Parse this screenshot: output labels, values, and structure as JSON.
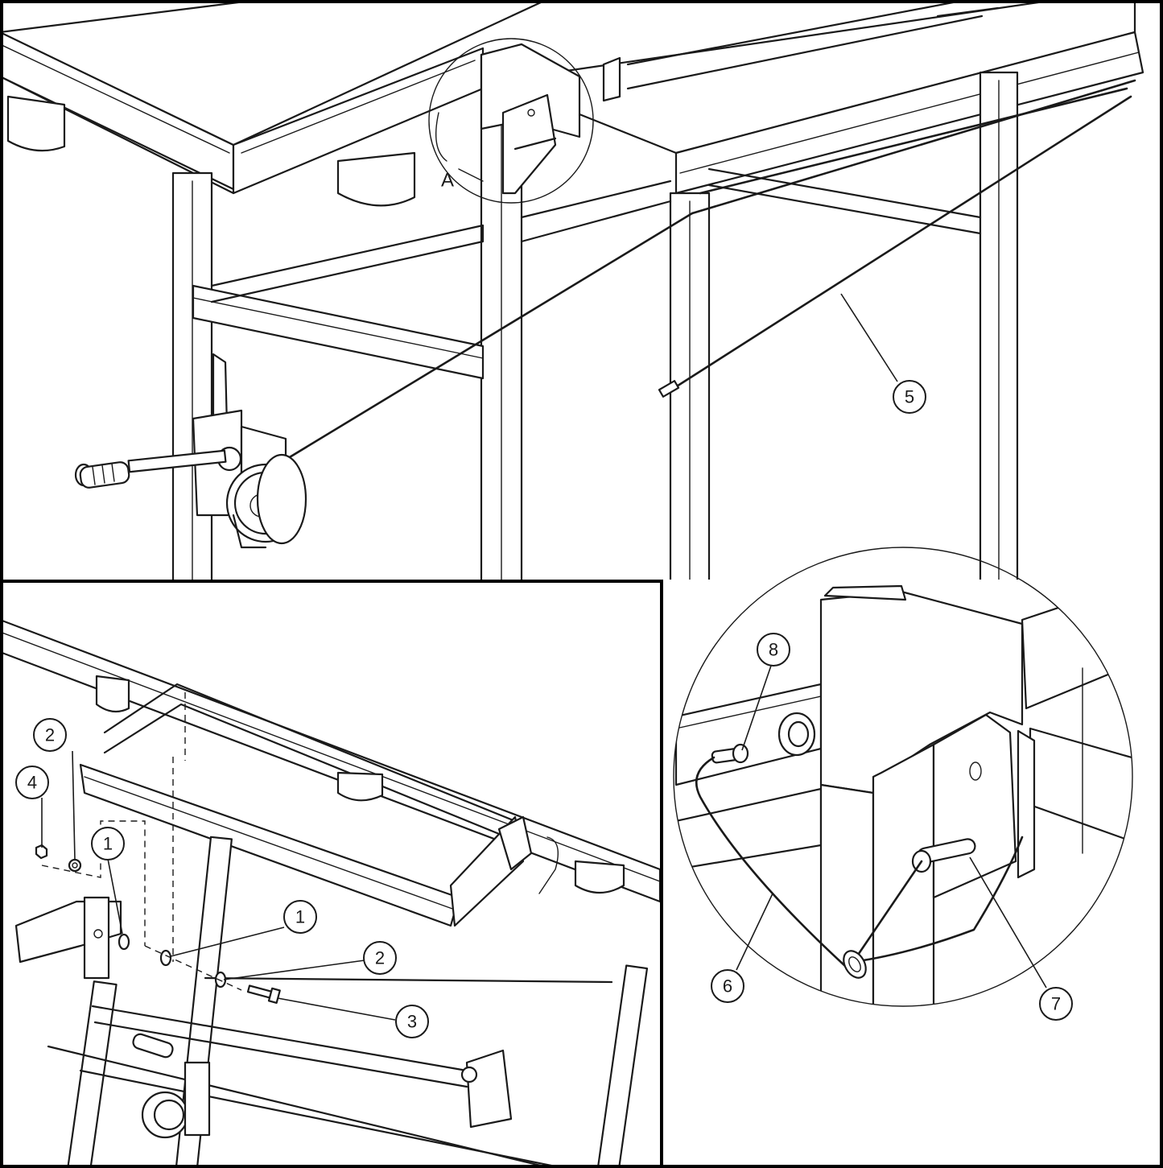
{
  "view_label": "A",
  "callouts": [
    {
      "id": "c1a",
      "label": "1"
    },
    {
      "id": "c2a",
      "label": "2"
    },
    {
      "id": "c4",
      "label": "4"
    },
    {
      "id": "c1b",
      "label": "1"
    },
    {
      "id": "c2b",
      "label": "2"
    },
    {
      "id": "c3",
      "label": "3"
    },
    {
      "id": "c5",
      "label": "5"
    },
    {
      "id": "c6",
      "label": "6"
    },
    {
      "id": "c7",
      "label": "7"
    },
    {
      "id": "c8",
      "label": "8"
    }
  ]
}
